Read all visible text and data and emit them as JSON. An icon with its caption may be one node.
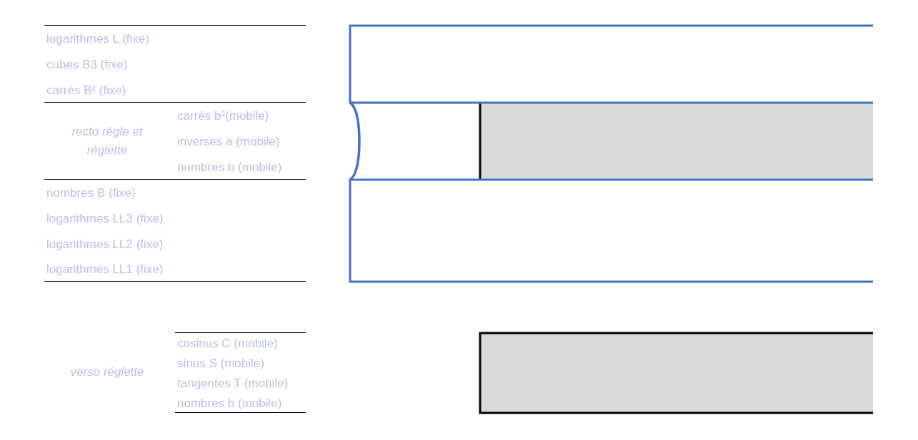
{
  "diagram": {
    "labels": [
      "logarithmes L (fixe)",
      "cubes B3 (fixe)",
      "carrés B² (fixe)",
      "recto règle et réglette",
      "carrés b²(mobile)",
      "inverses a (mobile)",
      "nombres b (mobile)",
      "nombres B (fixe)",
      "logarithmes LL3 (fixe)",
      "logarithmes LL2 (fixe)",
      "logarithmes LL1 (fixe)",
      "verso réglette",
      "cosinus C (mobile)",
      "sinus S (mobile)",
      "tangentes T (mobile)",
      "nombres b (mobile)"
    ]
  }
}
